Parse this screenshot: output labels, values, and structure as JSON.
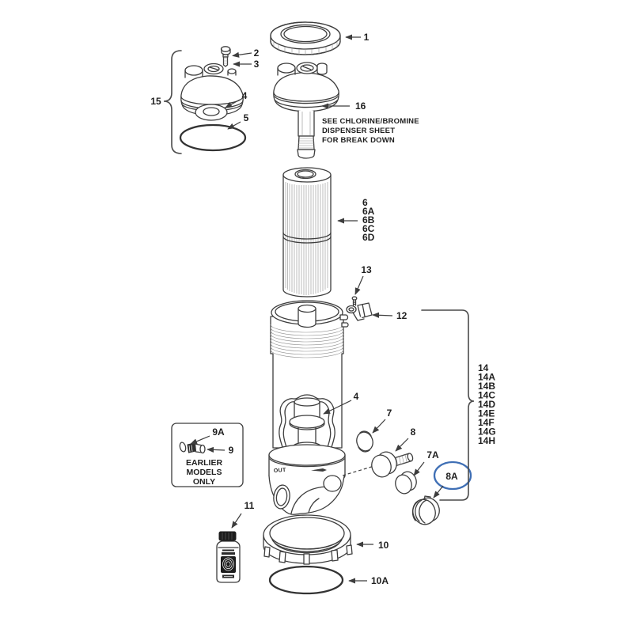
{
  "palette": {
    "line": "#3d3d3d",
    "highlight_blue": "#3f6fb5"
  },
  "callouts": {
    "p1": "1",
    "p2": "2",
    "p3": "3",
    "p4_lid": "4",
    "p5": "5",
    "p4_tank": "4",
    "p7": "7",
    "p7a": "7A",
    "p8": "8",
    "p8a": "8A",
    "p9": "9",
    "p9a": "9A",
    "p10": "10",
    "p10a": "10A",
    "p11": "11",
    "p12": "12",
    "p13": "13",
    "p15": "15",
    "p16": "16"
  },
  "cartridge": {
    "labels": [
      "6",
      "6A",
      "6B",
      "6C",
      "6D"
    ]
  },
  "manifold": {
    "labels": [
      "14",
      "14A",
      "14B",
      "14C",
      "14D",
      "14E",
      "14F",
      "14G",
      "14H"
    ]
  },
  "dispenser_note": {
    "line1": "SEE CHLORINE/BROMINE",
    "line2": "DISPENSER SHEET",
    "line3": "FOR BREAK DOWN"
  },
  "earlier_box": {
    "line1": "EARLIER",
    "line2": "MODELS",
    "line3": "ONLY"
  },
  "tank": {
    "out_marking": "OUT"
  }
}
